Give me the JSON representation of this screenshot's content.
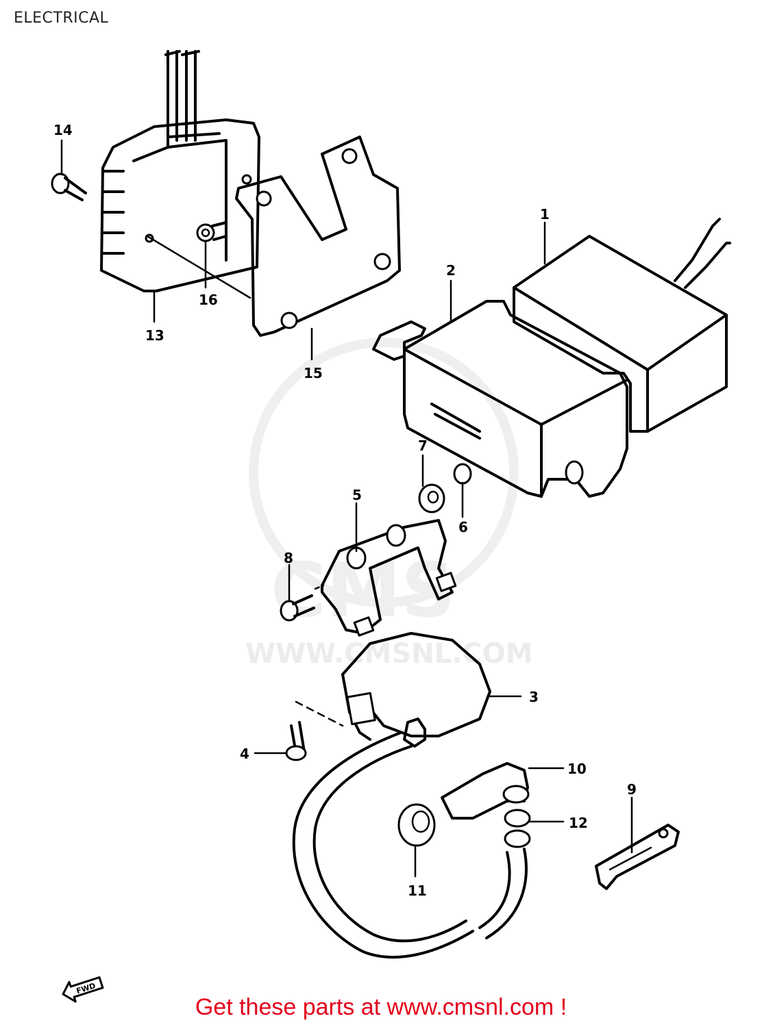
{
  "title": "ELECTRICAL",
  "footer_text": "Get these parts at www.cmsnl.com !",
  "watermark": {
    "logo_text": "CMS",
    "url_text": "WWW.CMSNL.COM"
  },
  "arrow_label": "FWD",
  "parts": [
    {
      "id": "1",
      "label": "1"
    },
    {
      "id": "2",
      "label": "2"
    },
    {
      "id": "3",
      "label": "3"
    },
    {
      "id": "4",
      "label": "4"
    },
    {
      "id": "5",
      "label": "5"
    },
    {
      "id": "6",
      "label": "6"
    },
    {
      "id": "7",
      "label": "7"
    },
    {
      "id": "8",
      "label": "8"
    },
    {
      "id": "9",
      "label": "9"
    },
    {
      "id": "10",
      "label": "10"
    },
    {
      "id": "11",
      "label": "11"
    },
    {
      "id": "12",
      "label": "12"
    },
    {
      "id": "13",
      "label": "13"
    },
    {
      "id": "14",
      "label": "14"
    },
    {
      "id": "15",
      "label": "15"
    },
    {
      "id": "16",
      "label": "16"
    }
  ]
}
